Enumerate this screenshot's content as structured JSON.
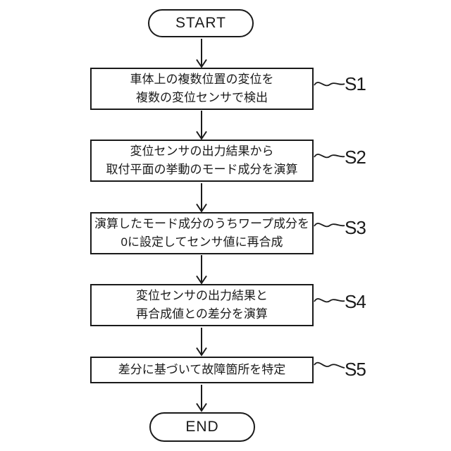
{
  "figure": {
    "background_color": "#ffffff",
    "line_color": "#1a1a1a"
  },
  "flowchart": {
    "start_label": "START",
    "end_label": "END",
    "steps": [
      {
        "id": "S1",
        "text": "車体上の複数位置の変位を\n複数の変位センサで検出"
      },
      {
        "id": "S2",
        "text": "変位センサの出力結果から\n取付平面の挙動のモード成分を演算"
      },
      {
        "id": "S3",
        "text": "演算したモード成分のうちワープ成分を\n0に設定してセンサ値に再合成"
      },
      {
        "id": "S4",
        "text": "変位センサの出力結果と\n再合成値との差分を演算"
      },
      {
        "id": "S5",
        "text": "差分に基づいて故障箇所を特定"
      }
    ]
  }
}
